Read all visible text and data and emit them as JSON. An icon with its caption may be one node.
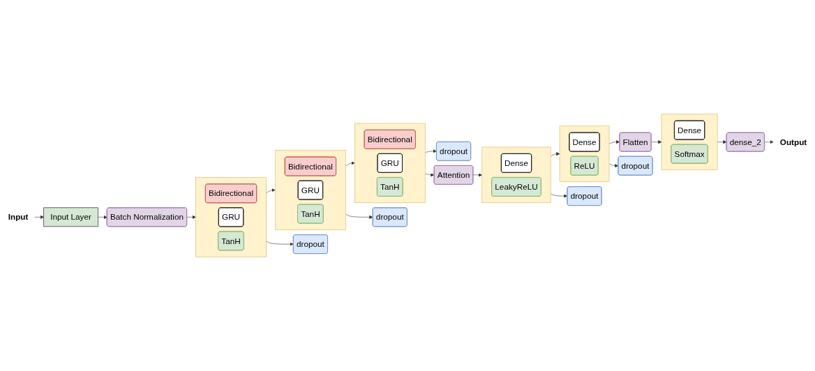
{
  "diagram": {
    "nodes": [
      {
        "text": [
          "Input"
        ]
      },
      {
        "text": [
          "Input Layer"
        ]
      },
      {
        "text": [
          "Batch Normalization"
        ]
      },
      {
        "text": [],
        "shape": "box"
      },
      {
        "text": [
          "Bidirectional"
        ],
        "in": 3
      },
      {
        "text": [
          "GRU"
        ],
        "in": 3
      },
      {
        "text": [
          "TanH"
        ],
        "in": 3
      },
      {
        "text": [
          "dropout"
        ]
      },
      {
        "text": [],
        "shape": "box"
      },
      {
        "text": [
          "Bidirectional"
        ],
        "in": 8
      },
      {
        "text": [
          "GRU"
        ],
        "in": 8
      },
      {
        "text": [
          "TanH"
        ],
        "in": 8
      },
      {
        "text": [
          "dropout"
        ]
      },
      {
        "text": [],
        "shape": "box"
      },
      {
        "text": [
          "Bidirectional"
        ],
        "in": 13
      },
      {
        "text": [
          "GRU"
        ],
        "in": 13
      },
      {
        "text": [
          "TanH"
        ],
        "in": 13
      },
      {
        "text": [
          "dropout"
        ]
      },
      {
        "text": [
          "Attention"
        ]
      },
      {
        "text": [
          "Output"
        ]
      },
      {
        "text": [
          "dense_2"
        ]
      },
      {
        "text": [],
        "shape": "box"
      },
      {
        "text": [
          "Dense"
        ],
        "in": 21
      },
      {
        "text": [
          "Softmax"
        ],
        "in": 21
      },
      {
        "text": [
          "Flatten"
        ]
      },
      {
        "text": [],
        "shape": "box"
      },
      {
        "text": [
          "Dense"
        ],
        "in": 25
      },
      {
        "text": [
          "ReLU"
        ],
        "in": 25
      },
      {
        "text": [],
        "shape": "box"
      },
      {
        "text": [
          "Dense"
        ],
        "in": 28
      },
      {
        "text": [
          "LeakyReLU"
        ],
        "in": 28
      },
      {
        "text": [
          "dropout"
        ]
      },
      {
        "text": [
          "dropout"
        ]
      }
    ],
    "edges": [
      {
        "from": 0,
        "to": 1,
        "arrow": "to"
      },
      {
        "from": 1,
        "to": 2,
        "arrow": "to"
      },
      {
        "from": 2,
        "to": 3,
        "arrow": "to"
      },
      {
        "from": 3,
        "to": 8,
        "arrow": "to"
      },
      {
        "from": 3,
        "to": 7,
        "arrow": "to"
      },
      {
        "from": 8,
        "to": 13,
        "arrow": "to"
      },
      {
        "from": 8,
        "to": 12,
        "arrow": "to"
      },
      {
        "from": 13,
        "to": 18,
        "arrow": "to"
      },
      {
        "from": 13,
        "to": 17,
        "arrow": "to"
      },
      {
        "from": 18,
        "to": 28,
        "arrow": "to"
      },
      {
        "from": 28,
        "to": 25,
        "arrow": "to"
      },
      {
        "from": 28,
        "to": 32,
        "arrow": "to"
      },
      {
        "from": 25,
        "to": 24,
        "arrow": "to"
      },
      {
        "from": 25,
        "to": 31,
        "arrow": "to"
      },
      {
        "from": 24,
        "to": 21,
        "arrow": "to"
      },
      {
        "from": 21,
        "to": 20,
        "arrow": "to"
      },
      {
        "from": 20,
        "to": 19,
        "arrow": "to"
      }
    ]
  }
}
